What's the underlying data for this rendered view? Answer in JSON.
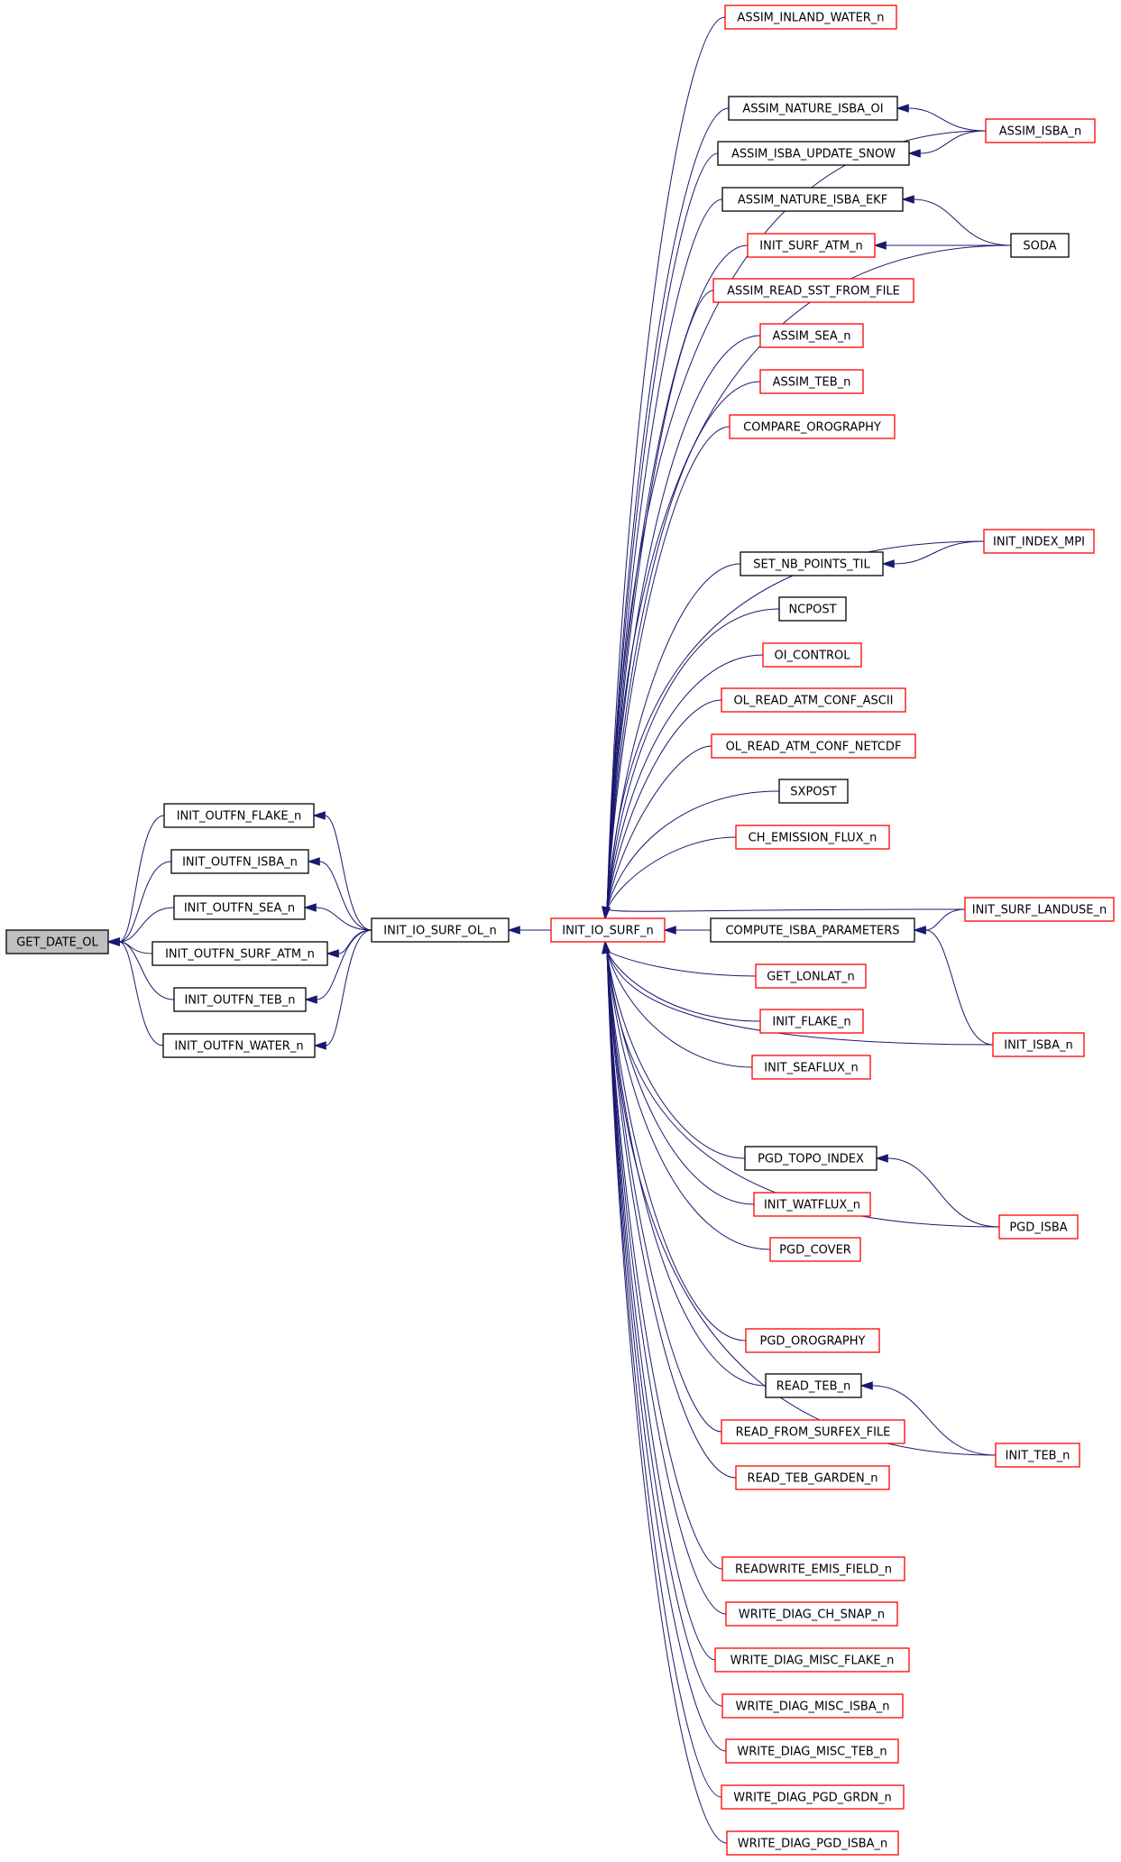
{
  "colors": {
    "edge": "#191970",
    "border_documented": "#000000",
    "border_undocumented": "#ff0000",
    "root_fill": "#bfbfbf",
    "background": "#ffffff"
  },
  "nodes": [
    {
      "id": "get_date_ol",
      "label": "GET_DATE_OL",
      "style": "root"
    },
    {
      "id": "init_outfn_flake_n",
      "label": "INIT_OUTFN_FLAKE_n",
      "style": "black"
    },
    {
      "id": "init_outfn_isba_n",
      "label": "INIT_OUTFN_ISBA_n",
      "style": "black"
    },
    {
      "id": "init_outfn_sea_n",
      "label": "INIT_OUTFN_SEA_n",
      "style": "black"
    },
    {
      "id": "init_outfn_surf_atm_n",
      "label": "INIT_OUTFN_SURF_ATM_n",
      "style": "black"
    },
    {
      "id": "init_outfn_teb_n",
      "label": "INIT_OUTFN_TEB_n",
      "style": "black"
    },
    {
      "id": "init_outfn_water_n",
      "label": "INIT_OUTFN_WATER_n",
      "style": "black"
    },
    {
      "id": "init_io_surf_ol_n",
      "label": "INIT_IO_SURF_OL_n",
      "style": "black"
    },
    {
      "id": "init_io_surf_n",
      "label": "INIT_IO_SURF_n",
      "style": "red"
    },
    {
      "id": "assim_inland_water_n",
      "label": "ASSIM_INLAND_WATER_n",
      "style": "red"
    },
    {
      "id": "assim_nature_isba_oi",
      "label": "ASSIM_NATURE_ISBA_OI",
      "style": "black"
    },
    {
      "id": "assim_isba_update_snow",
      "label": "ASSIM_ISBA_UPDATE_SNOW",
      "style": "black"
    },
    {
      "id": "assim_nature_isba_ekf",
      "label": "ASSIM_NATURE_ISBA_EKF",
      "style": "black"
    },
    {
      "id": "init_surf_atm_n",
      "label": "INIT_SURF_ATM_n",
      "style": "red"
    },
    {
      "id": "assim_read_sst_from_file",
      "label": "ASSIM_READ_SST_FROM_FILE",
      "style": "red"
    },
    {
      "id": "assim_sea_n",
      "label": "ASSIM_SEA_n",
      "style": "red"
    },
    {
      "id": "assim_teb_n",
      "label": "ASSIM_TEB_n",
      "style": "red"
    },
    {
      "id": "compare_orography",
      "label": "COMPARE_OROGRAPHY",
      "style": "red"
    },
    {
      "id": "set_nb_points_til",
      "label": "SET_NB_POINTS_TIL",
      "style": "black"
    },
    {
      "id": "ncpost",
      "label": "NCPOST",
      "style": "black"
    },
    {
      "id": "oi_control",
      "label": "OI_CONTROL",
      "style": "red"
    },
    {
      "id": "ol_read_atm_conf_ascii",
      "label": "OL_READ_ATM_CONF_ASCII",
      "style": "red"
    },
    {
      "id": "ol_read_atm_conf_netcdf",
      "label": "OL_READ_ATM_CONF_NETCDF",
      "style": "red"
    },
    {
      "id": "sxpost",
      "label": "SXPOST",
      "style": "black"
    },
    {
      "id": "ch_emission_flux_n",
      "label": "CH_EMISSION_FLUX_n",
      "style": "red"
    },
    {
      "id": "compute_isba_parameters",
      "label": "COMPUTE_ISBA_PARAMETERS",
      "style": "black"
    },
    {
      "id": "get_lonlat_n",
      "label": "GET_LONLAT_n",
      "style": "red"
    },
    {
      "id": "init_flake_n",
      "label": "INIT_FLAKE_n",
      "style": "red"
    },
    {
      "id": "init_seaflux_n",
      "label": "INIT_SEAFLUX_n",
      "style": "red"
    },
    {
      "id": "pgd_topo_index",
      "label": "PGD_TOPO_INDEX",
      "style": "black"
    },
    {
      "id": "init_watflux_n",
      "label": "INIT_WATFLUX_n",
      "style": "red"
    },
    {
      "id": "pgd_cover",
      "label": "PGD_COVER",
      "style": "red"
    },
    {
      "id": "pgd_orography",
      "label": "PGD_OROGRAPHY",
      "style": "red"
    },
    {
      "id": "read_teb_n",
      "label": "READ_TEB_n",
      "style": "black"
    },
    {
      "id": "read_from_surfex_file",
      "label": "READ_FROM_SURFEX_FILE",
      "style": "red"
    },
    {
      "id": "read_teb_garden_n",
      "label": "READ_TEB_GARDEN_n",
      "style": "red"
    },
    {
      "id": "readwrite_emis_field_n",
      "label": "READWRITE_EMIS_FIELD_n",
      "style": "red"
    },
    {
      "id": "write_diag_ch_snap_n",
      "label": "WRITE_DIAG_CH_SNAP_n",
      "style": "red"
    },
    {
      "id": "write_diag_misc_flake_n",
      "label": "WRITE_DIAG_MISC_FLAKE_n",
      "style": "red"
    },
    {
      "id": "write_diag_misc_isba_n",
      "label": "WRITE_DIAG_MISC_ISBA_n",
      "style": "red"
    },
    {
      "id": "write_diag_misc_teb_n",
      "label": "WRITE_DIAG_MISC_TEB_n",
      "style": "red"
    },
    {
      "id": "write_diag_pgd_grdn_n",
      "label": "WRITE_DIAG_PGD_GRDN_n",
      "style": "red"
    },
    {
      "id": "write_diag_pgd_isba_n",
      "label": "WRITE_DIAG_PGD_ISBA_n",
      "style": "red"
    },
    {
      "id": "assim_isba_n",
      "label": "ASSIM_ISBA_n",
      "style": "red"
    },
    {
      "id": "soda",
      "label": "SODA",
      "style": "black"
    },
    {
      "id": "init_index_mpi",
      "label": "INIT_INDEX_MPI",
      "style": "red"
    },
    {
      "id": "init_surf_landuse_n",
      "label": "INIT_SURF_LANDUSE_n",
      "style": "red"
    },
    {
      "id": "init_isba_n",
      "label": "INIT_ISBA_n",
      "style": "red"
    },
    {
      "id": "pgd_isba",
      "label": "PGD_ISBA",
      "style": "red"
    },
    {
      "id": "init_teb_n",
      "label": "INIT_TEB_n",
      "style": "red"
    }
  ],
  "edges": [
    {
      "from": "init_outfn_flake_n",
      "to": "get_date_ol"
    },
    {
      "from": "init_outfn_isba_n",
      "to": "get_date_ol"
    },
    {
      "from": "init_outfn_sea_n",
      "to": "get_date_ol"
    },
    {
      "from": "init_outfn_surf_atm_n",
      "to": "get_date_ol"
    },
    {
      "from": "init_outfn_teb_n",
      "to": "get_date_ol"
    },
    {
      "from": "init_outfn_water_n",
      "to": "get_date_ol"
    },
    {
      "from": "init_io_surf_ol_n",
      "to": "init_outfn_flake_n"
    },
    {
      "from": "init_io_surf_ol_n",
      "to": "init_outfn_isba_n"
    },
    {
      "from": "init_io_surf_ol_n",
      "to": "init_outfn_sea_n"
    },
    {
      "from": "init_io_surf_ol_n",
      "to": "init_outfn_surf_atm_n"
    },
    {
      "from": "init_io_surf_ol_n",
      "to": "init_outfn_teb_n"
    },
    {
      "from": "init_io_surf_ol_n",
      "to": "init_outfn_water_n"
    },
    {
      "from": "init_io_surf_n",
      "to": "init_io_surf_ol_n"
    },
    {
      "from": "assim_inland_water_n",
      "to": "init_io_surf_n"
    },
    {
      "from": "assim_isba_n",
      "to": "init_io_surf_n"
    },
    {
      "from": "assim_nature_isba_oi",
      "to": "init_io_surf_n"
    },
    {
      "from": "assim_isba_update_snow",
      "to": "init_io_surf_n"
    },
    {
      "from": "assim_nature_isba_ekf",
      "to": "init_io_surf_n"
    },
    {
      "from": "init_surf_atm_n",
      "to": "init_io_surf_n"
    },
    {
      "from": "assim_read_sst_from_file",
      "to": "init_io_surf_n"
    },
    {
      "from": "assim_sea_n",
      "to": "init_io_surf_n"
    },
    {
      "from": "assim_teb_n",
      "to": "init_io_surf_n"
    },
    {
      "from": "compare_orography",
      "to": "init_io_surf_n"
    },
    {
      "from": "soda",
      "to": "init_io_surf_n"
    },
    {
      "from": "init_index_mpi",
      "to": "init_io_surf_n"
    },
    {
      "from": "set_nb_points_til",
      "to": "init_io_surf_n"
    },
    {
      "from": "ncpost",
      "to": "init_io_surf_n"
    },
    {
      "from": "oi_control",
      "to": "init_io_surf_n"
    },
    {
      "from": "ol_read_atm_conf_ascii",
      "to": "init_io_surf_n"
    },
    {
      "from": "ol_read_atm_conf_netcdf",
      "to": "init_io_surf_n"
    },
    {
      "from": "sxpost",
      "to": "init_io_surf_n"
    },
    {
      "from": "ch_emission_flux_n",
      "to": "init_io_surf_n"
    },
    {
      "from": "init_surf_landuse_n",
      "to": "init_io_surf_n"
    },
    {
      "from": "compute_isba_parameters",
      "to": "init_io_surf_n"
    },
    {
      "from": "get_lonlat_n",
      "to": "init_io_surf_n"
    },
    {
      "from": "init_flake_n",
      "to": "init_io_surf_n"
    },
    {
      "from": "init_seaflux_n",
      "to": "init_io_surf_n"
    },
    {
      "from": "init_isba_n",
      "to": "init_io_surf_n"
    },
    {
      "from": "pgd_topo_index",
      "to": "init_io_surf_n"
    },
    {
      "from": "init_watflux_n",
      "to": "init_io_surf_n"
    },
    {
      "from": "pgd_cover",
      "to": "init_io_surf_n"
    },
    {
      "from": "pgd_isba",
      "to": "init_io_surf_n"
    },
    {
      "from": "pgd_orography",
      "to": "init_io_surf_n"
    },
    {
      "from": "read_teb_n",
      "to": "init_io_surf_n"
    },
    {
      "from": "read_from_surfex_file",
      "to": "init_io_surf_n"
    },
    {
      "from": "read_teb_garden_n",
      "to": "init_io_surf_n"
    },
    {
      "from": "init_teb_n",
      "to": "init_io_surf_n"
    },
    {
      "from": "readwrite_emis_field_n",
      "to": "init_io_surf_n"
    },
    {
      "from": "write_diag_ch_snap_n",
      "to": "init_io_surf_n"
    },
    {
      "from": "write_diag_misc_flake_n",
      "to": "init_io_surf_n"
    },
    {
      "from": "write_diag_misc_isba_n",
      "to": "init_io_surf_n"
    },
    {
      "from": "write_diag_misc_teb_n",
      "to": "init_io_surf_n"
    },
    {
      "from": "write_diag_pgd_grdn_n",
      "to": "init_io_surf_n"
    },
    {
      "from": "write_diag_pgd_isba_n",
      "to": "init_io_surf_n"
    },
    {
      "from": "assim_isba_n",
      "to": "assim_nature_isba_oi"
    },
    {
      "from": "assim_isba_n",
      "to": "assim_isba_update_snow"
    },
    {
      "from": "soda",
      "to": "assim_nature_isba_ekf"
    },
    {
      "from": "soda",
      "to": "init_surf_atm_n"
    },
    {
      "from": "init_index_mpi",
      "to": "set_nb_points_til"
    },
    {
      "from": "init_surf_landuse_n",
      "to": "compute_isba_parameters"
    },
    {
      "from": "init_isba_n",
      "to": "compute_isba_parameters"
    },
    {
      "from": "pgd_isba",
      "to": "pgd_topo_index"
    },
    {
      "from": "init_teb_n",
      "to": "read_teb_n"
    }
  ]
}
